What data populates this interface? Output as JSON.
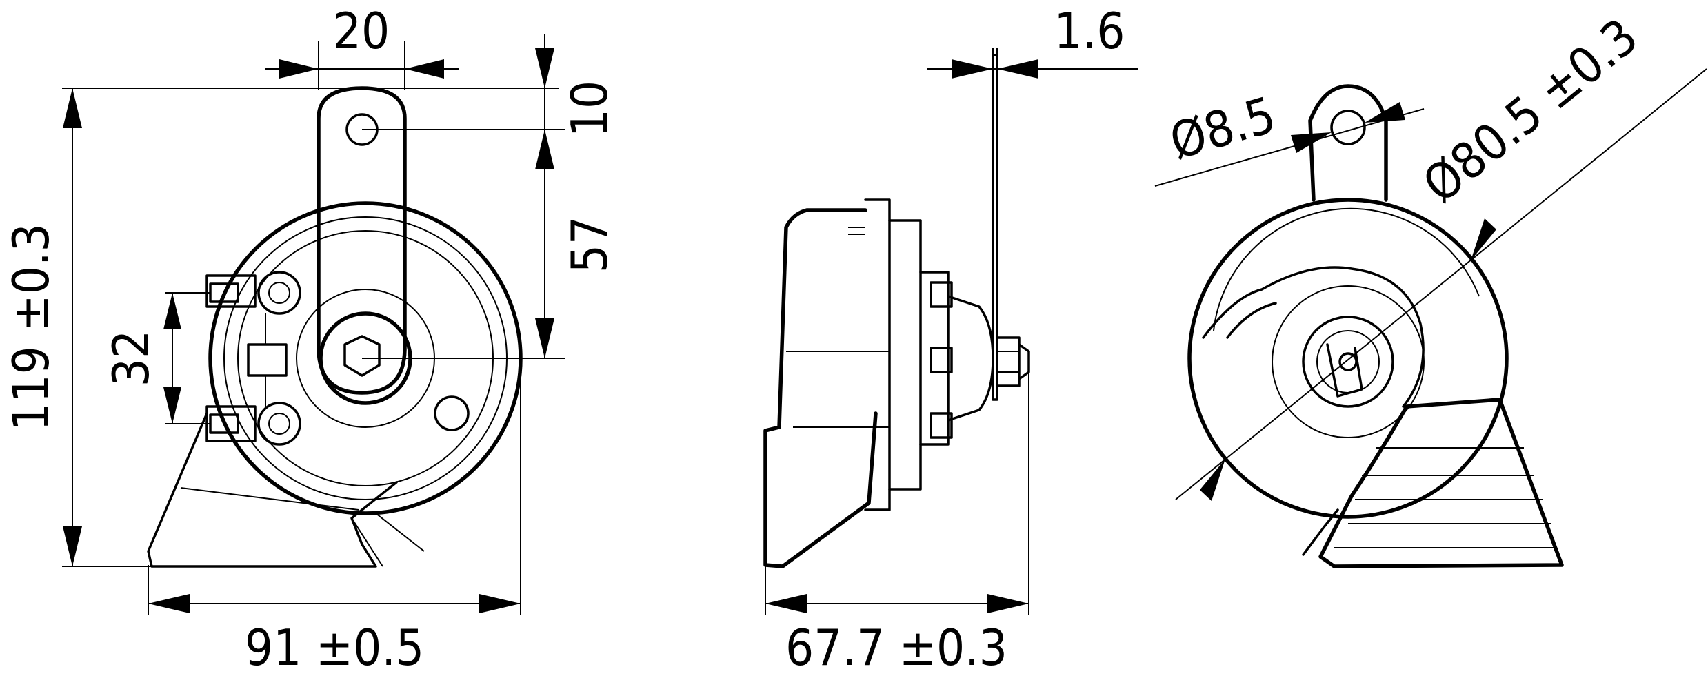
{
  "drawing": {
    "line_color": "#000000",
    "background": "#ffffff",
    "dimensions": {
      "width_bracket": "20",
      "plate_thickness": "1.6",
      "hole_top_offset": "10",
      "hole_to_bolt": "57",
      "overall_height": "119 ±0.3",
      "terminal_spacing": "32",
      "overall_width": "91 ±0.5",
      "overall_depth": "67.7 ±0.3",
      "hole_diameter": "Ø8.5",
      "body_diameter": "Ø80.5 ±0.3"
    }
  }
}
